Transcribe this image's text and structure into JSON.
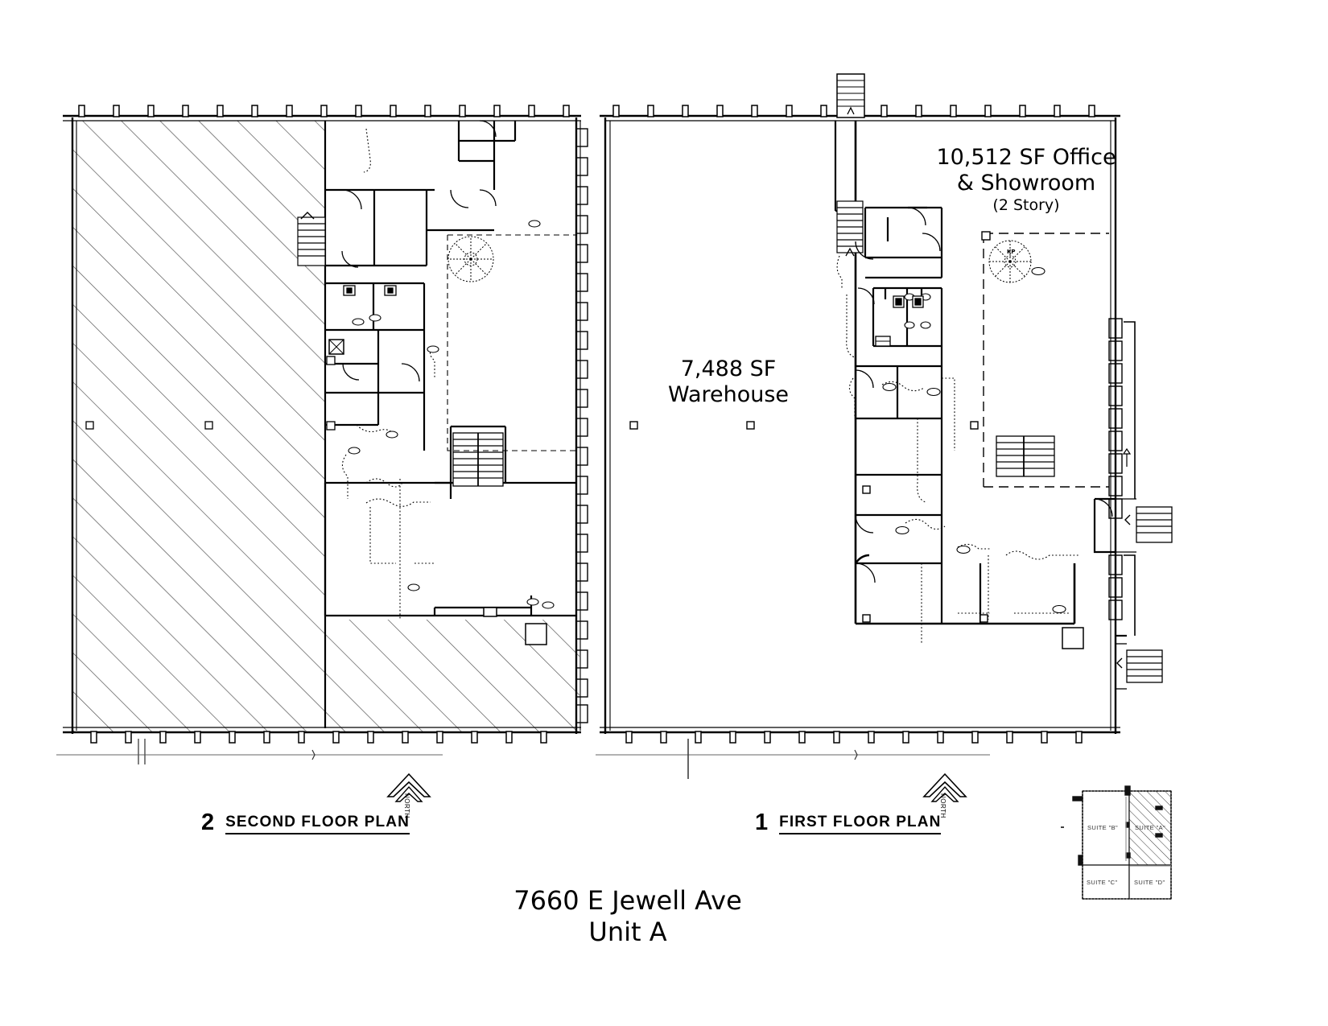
{
  "sheet": {
    "title_address": "7660 E Jewell Ave",
    "title_unit": "Unit A",
    "background_color": "#ffffff",
    "line_color": "#000000"
  },
  "first_floor": {
    "plan_number": "1",
    "plan_title": "FIRST FLOOR PLAN",
    "north_label": "NORTH",
    "warehouse": {
      "line1": "7,488 SF",
      "line2": "Warehouse"
    },
    "office": {
      "line1": "10,512 SF Office",
      "line2": "& Showroom",
      "line3": "(2 Story)"
    }
  },
  "second_floor": {
    "plan_number": "2",
    "plan_title": "SECOND FLOOR PLAN",
    "north_label": "NORTH"
  },
  "key_plan": {
    "suites": [
      {
        "label": "SUITE \"B\""
      },
      {
        "label": "SUITE \"A\""
      },
      {
        "label": "SUITE \"C\""
      },
      {
        "label": "SUITE \"D\""
      }
    ]
  }
}
